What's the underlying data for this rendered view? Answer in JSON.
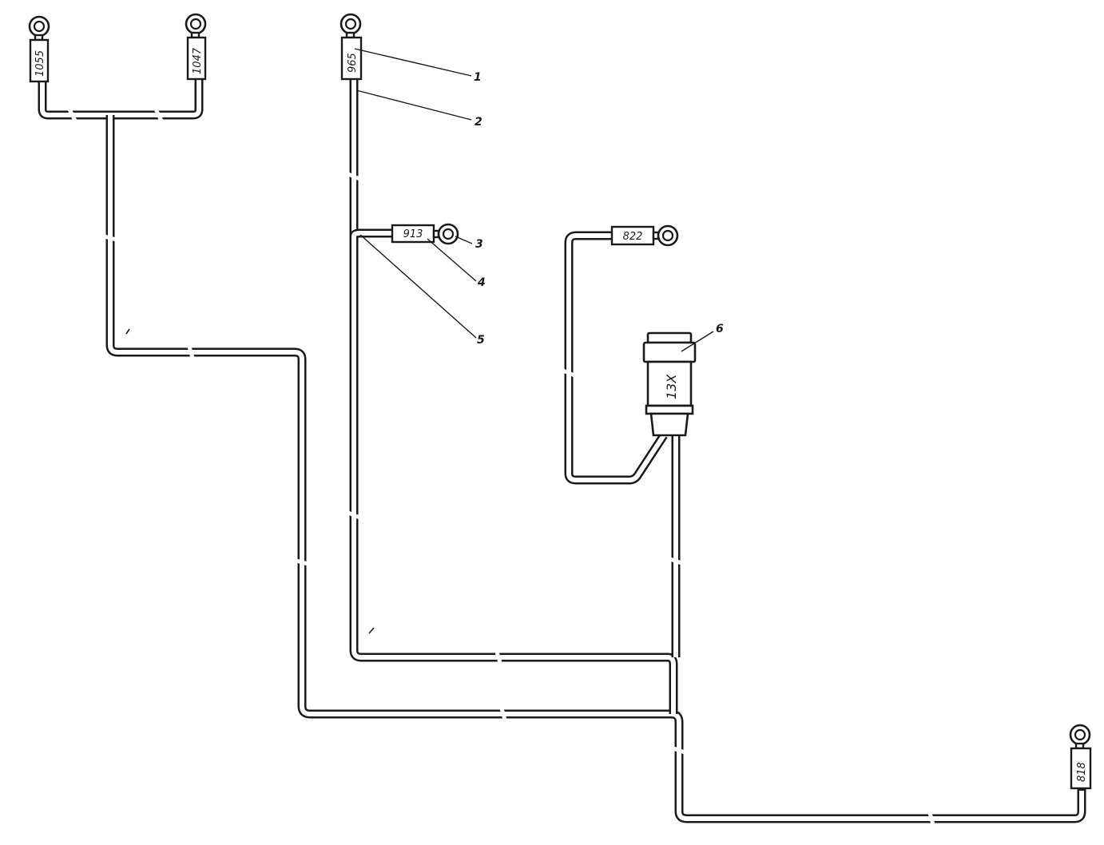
{
  "wire_labels": {
    "w1055": "1055",
    "w1047": "1047",
    "w965": "965",
    "w913": "913",
    "w822": "822",
    "w818": "818"
  },
  "connector_label": "13X",
  "callouts": {
    "c1": "1",
    "c2": "2",
    "c3": "3",
    "c4": "4",
    "c5": "5",
    "c6": "6"
  }
}
